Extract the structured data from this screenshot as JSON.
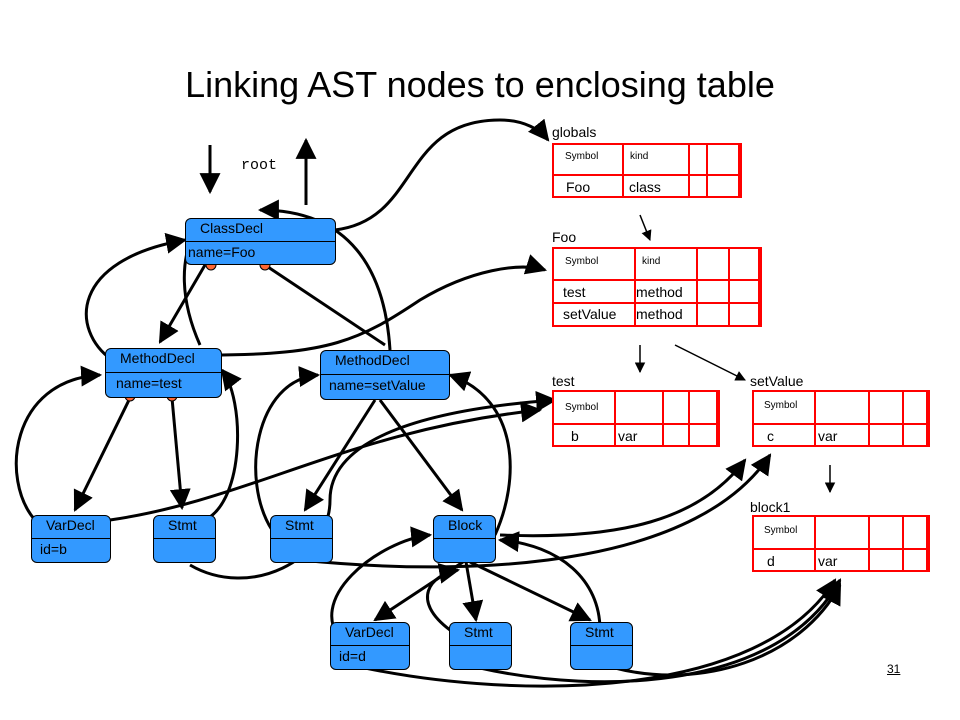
{
  "title": "Linking AST nodes to enclosing table",
  "root_label": "root",
  "page_number": "31",
  "ast": {
    "classdecl": {
      "type": "ClassDecl",
      "attr": "name=Foo"
    },
    "methoddecl_test": {
      "type": "MethodDecl",
      "attr": "name=test"
    },
    "methoddecl_setvalue": {
      "type": "MethodDecl",
      "attr": "name=setValue"
    },
    "vardecl_b": {
      "type": "VarDecl",
      "attr": "id=b"
    },
    "stmt_1": {
      "type": "Stmt",
      "attr": ""
    },
    "stmt_2": {
      "type": "Stmt",
      "attr": ""
    },
    "block": {
      "type": "Block",
      "attr": ""
    },
    "vardecl_d": {
      "type": "VarDecl",
      "attr": "id=d"
    },
    "stmt_3": {
      "type": "Stmt",
      "attr": ""
    },
    "stmt_4": {
      "type": "Stmt",
      "attr": ""
    }
  },
  "tables": {
    "globals": {
      "name": "globals",
      "headers": [
        "Symbol",
        "kind"
      ],
      "rows": [
        [
          "Foo",
          "class"
        ]
      ]
    },
    "foo": {
      "name": "Foo",
      "headers": [
        "Symbol",
        "kind"
      ],
      "rows": [
        [
          "test",
          "method"
        ],
        [
          "setValue",
          "method"
        ]
      ]
    },
    "test": {
      "name": "test",
      "headers": [
        "Symbol",
        ""
      ],
      "rows": [
        [
          "b",
          "var"
        ]
      ]
    },
    "setvalue": {
      "name": "setValue",
      "headers": [
        "Symbol",
        ""
      ],
      "rows": [
        [
          "c",
          "var"
        ]
      ]
    },
    "block1": {
      "name": "block1",
      "headers": [
        "Symbol",
        ""
      ],
      "rows": [
        [
          "d",
          "var"
        ]
      ]
    }
  },
  "colors": {
    "node_fill": "#3399ff",
    "table_border": "#ff0000",
    "pointer_dot": "#ff6633"
  }
}
